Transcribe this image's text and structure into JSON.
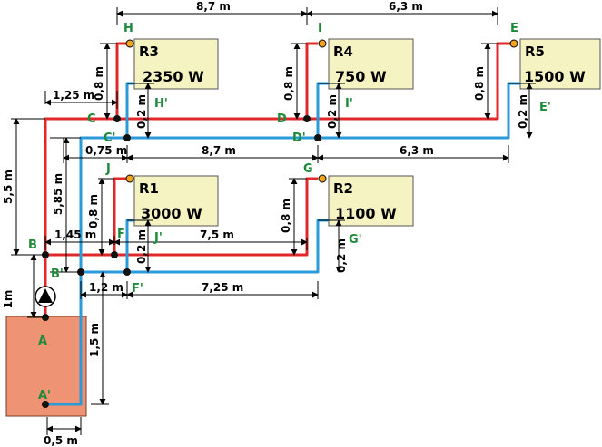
{
  "colors": {
    "supply_pipe": "#e0282a",
    "return_pipe": "#2a9ad8",
    "tank": "#ee9373",
    "radiator": "#f6f3c2",
    "point_label": "#1d8a3a"
  },
  "radiators": [
    {
      "name": "R3",
      "power": "2350 W"
    },
    {
      "name": "R4",
      "power": "750 W"
    },
    {
      "name": "R5",
      "power": "1500 W"
    },
    {
      "name": "R1",
      "power": "3000 W"
    },
    {
      "name": "R2",
      "power": "1100 W"
    }
  ],
  "points": {
    "A": "A",
    "A_prime": "A'",
    "B": "B",
    "B_prime": "B'",
    "C": "C",
    "C_prime": "C'",
    "D": "D",
    "D_prime": "D'",
    "E": "E",
    "E_prime": "E'",
    "F": "F",
    "F_prime": "F'",
    "G": "G",
    "G_prime": "G'",
    "H": "H",
    "H_prime": "H'",
    "I": "I",
    "I_prime": "I'",
    "J": "J",
    "J_prime": "J'"
  },
  "dimensions": {
    "top_hi": "8,7 m",
    "top_ie": "6,3 m",
    "mid_cd": "8,7 m",
    "mid_de": "6,3 m",
    "c_offset": "1,25 m",
    "c_offset_ret": "0,75 m",
    "h_rise": "0,8 m",
    "i_rise": "0,8 m",
    "e_rise": "0,8 m",
    "h_ret": "0,2 m",
    "i_ret": "0,2 m",
    "e_ret": "0,2 m",
    "bc_height": "5,5 m",
    "bc_ret_height": "5,85 m",
    "j_rise": "0,8 m",
    "g_rise": "0,8 m",
    "j_ret": "0,2 m",
    "g_ret": "0,2 m",
    "b_offset": "1,45 m",
    "fg_supply": "7,5 m",
    "b_ret_offset": "1,2 m",
    "fg_return": "7,25 m",
    "ab_height": "1m",
    "a_ret_height": "1,5 m",
    "tank_offset": "0,5 m"
  }
}
